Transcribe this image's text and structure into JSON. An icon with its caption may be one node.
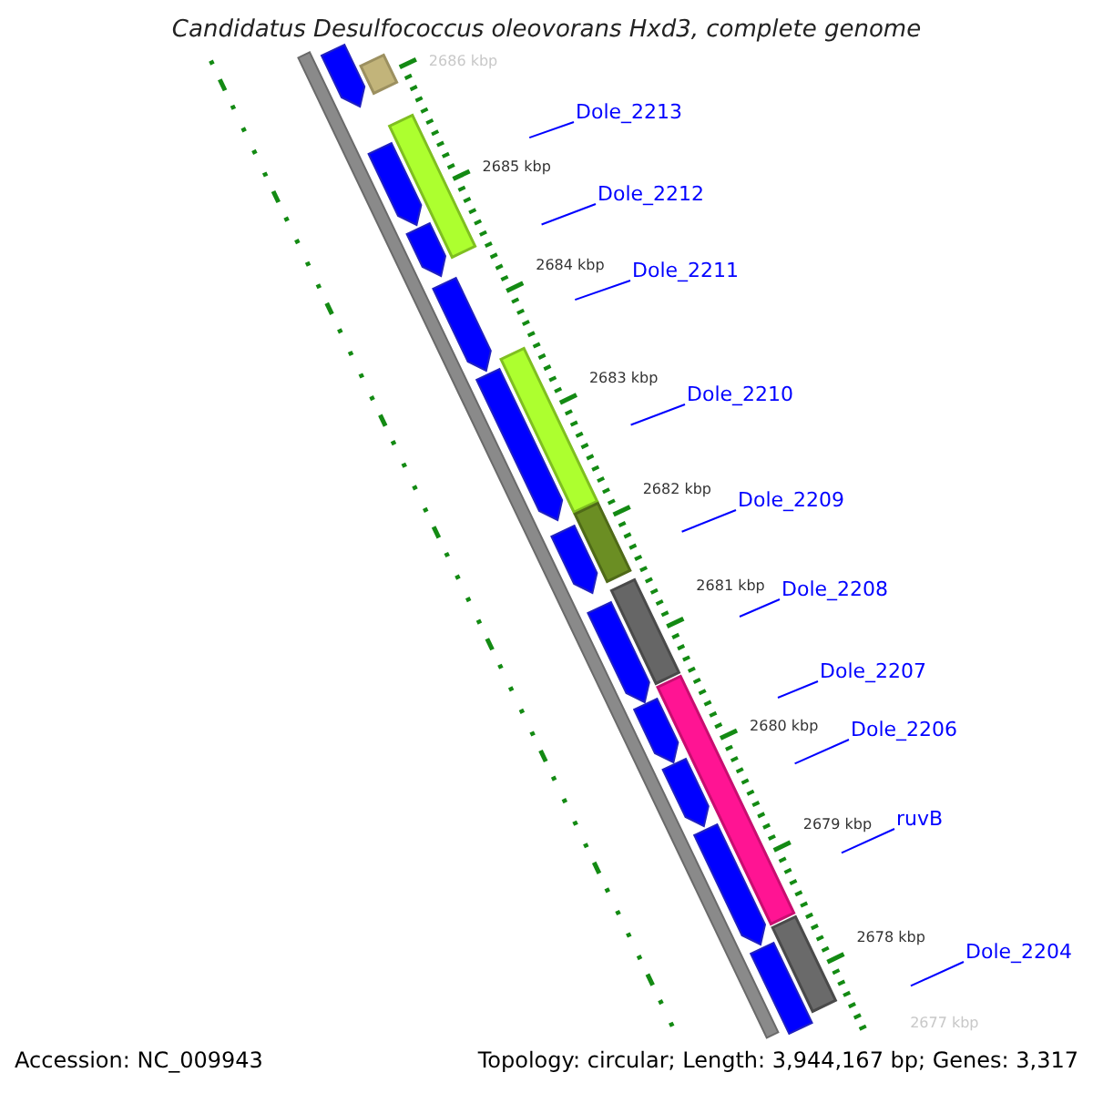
{
  "diagram": {
    "title": "Candidatus Desulfococcus oleovorans Hxd3, complete genome",
    "nodes": [
      {
        "text": [
          "Dole_2213"
        ]
      },
      {
        "text": [
          "Dole_2212"
        ]
      },
      {
        "text": [
          "Dole_2211"
        ]
      },
      {
        "text": [
          "Dole_2210"
        ]
      },
      {
        "text": [
          "Dole_2209"
        ]
      },
      {
        "text": [
          "Dole_2208"
        ]
      },
      {
        "text": [
          "Dole_2207"
        ]
      },
      {
        "text": [
          "Dole_2206"
        ]
      },
      {
        "text": [
          "ruvB"
        ]
      },
      {
        "text": [
          "Dole_2204"
        ]
      },
      {
        "text": [],
        "shape": "arrow"
      },
      {
        "text": [],
        "shape": "bar"
      },
      {
        "text": [],
        "shape": "bar"
      },
      {
        "text": [],
        "shape": "arrow"
      },
      {
        "text": [],
        "shape": "arrow"
      },
      {
        "text": [],
        "shape": "arrow"
      },
      {
        "text": [],
        "shape": "bar"
      },
      {
        "text": [],
        "shape": "arrow"
      },
      {
        "text": [],
        "shape": "bar"
      },
      {
        "text": [],
        "shape": "arrow"
      },
      {
        "text": [],
        "shape": "bar"
      },
      {
        "text": [],
        "shape": "arrow"
      },
      {
        "text": [],
        "shape": "bar"
      },
      {
        "text": [],
        "shape": "arrow"
      },
      {
        "text": [],
        "shape": "arrow"
      },
      {
        "text": [],
        "shape": "arrow"
      },
      {
        "text": [],
        "shape": "bar"
      },
      {
        "text": [],
        "shape": "arrow"
      }
    ],
    "edges": [
      {
        "from": 0,
        "to": null,
        "arrow": "none"
      },
      {
        "from": 1,
        "to": null,
        "arrow": "none"
      },
      {
        "from": 2,
        "to": null,
        "arrow": "none"
      },
      {
        "from": 3,
        "to": null,
        "arrow": "none"
      },
      {
        "from": 4,
        "to": null,
        "arrow": "none"
      },
      {
        "from": 5,
        "to": null,
        "arrow": "none"
      },
      {
        "from": 6,
        "to": null,
        "arrow": "none"
      },
      {
        "from": 7,
        "to": null,
        "arrow": "none"
      },
      {
        "from": 8,
        "to": null,
        "arrow": "none"
      },
      {
        "from": 9,
        "to": null,
        "arrow": "none"
      }
    ],
    "labels": [
      "2686 kbp",
      "2685 kbp",
      "2684 kbp",
      "2683 kbp",
      "2682 kbp",
      "2681 kbp",
      "2680 kbp",
      "2679 kbp",
      "2678 kbp",
      "2677 kbp",
      "Accession: NC_009943",
      "Topology: circular; Length: 3,944,167 bp; Genes: 3,317"
    ]
  }
}
